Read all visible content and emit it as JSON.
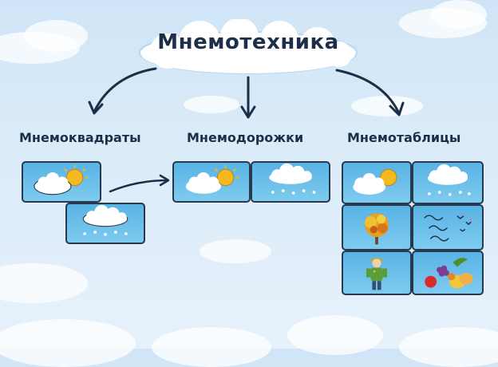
{
  "diagram": {
    "title": "Мнемотехника",
    "categories": [
      {
        "label": "Мнемоквадраты"
      },
      {
        "label": "Мнемодорожки"
      },
      {
        "label": "Мнемотаблицы"
      }
    ],
    "tile_icons": [
      "cloud-sun-icon",
      "cloud-rain-icon",
      "cloud-sun-icon",
      "cloud-rain-icon",
      "cloud-sun-icon",
      "cloud-rain-icon",
      "autumn-tree-icon",
      "birds-wind-icon",
      "boy-icon",
      "fruits-icon"
    ],
    "colors": {
      "tile_fill": "#6cc0ea",
      "tile_border": "#26394f",
      "text": "#1d2f48",
      "sun": "#f4b91f"
    }
  }
}
